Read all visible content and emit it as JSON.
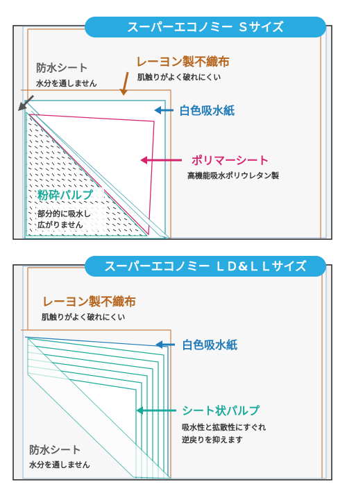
{
  "panel1": {
    "title": "スーパーエコノミー Ｓサイズ",
    "labels": {
      "waterproof_title": "防水シート",
      "waterproof_desc": "水分を通しません",
      "rayon_title": "レーヨン製不織布",
      "rayon_desc": "肌触りがよく破れにくい",
      "white_paper": "白色吸水紙",
      "polymer_title": "ポリマーシート",
      "polymer_desc": "高機能吸水ポリウレタン製",
      "pulp_title": "粉砕パルプ",
      "pulp_desc_1": "部分的に吸水し",
      "pulp_desc_2": "広がりません"
    }
  },
  "panel2": {
    "title": "スーパーエコノミー ＬＤ&ＬＬサイズ",
    "labels": {
      "rayon_title": "レーヨン製不織布",
      "rayon_desc": "肌触りがよく破れにくい",
      "white_paper": "白色吸水紙",
      "sheet_pulp_title": "シート状パルプ",
      "sheet_pulp_desc_1": "吸水性と拡散性にすぐれ",
      "sheet_pulp_desc_2": "逆戻りを抑えます",
      "waterproof_title": "防水シート",
      "waterproof_desc": "水分を通しません"
    }
  },
  "colors": {
    "banner": "#29abe2",
    "rayon": "#b5651d",
    "white_paper": "#1f7ab8",
    "polymer": "#d6246e",
    "pulp": "#1aa99a",
    "dark_text": "#5a5a5a",
    "frame": "#222222"
  }
}
